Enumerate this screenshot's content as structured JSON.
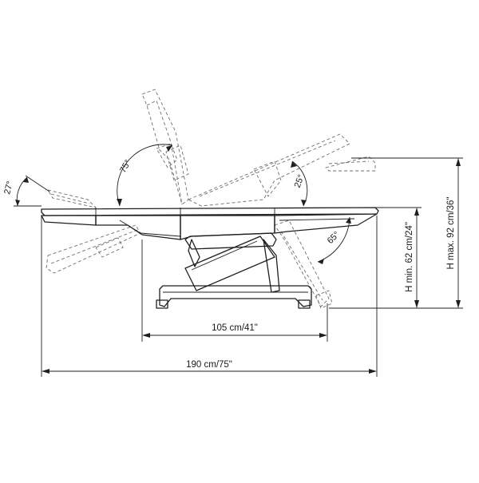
{
  "dimensions": {
    "width_total": "190 cm/75\"",
    "width_base": "105 cm/41\"",
    "height_min": "H min. 62 cm/24\"",
    "height_max": "H max. 92 cm/36\""
  },
  "angles": {
    "head_tilt": "27°",
    "back_rest": "75°",
    "seat": "25°",
    "leg_rest": "65°"
  }
}
